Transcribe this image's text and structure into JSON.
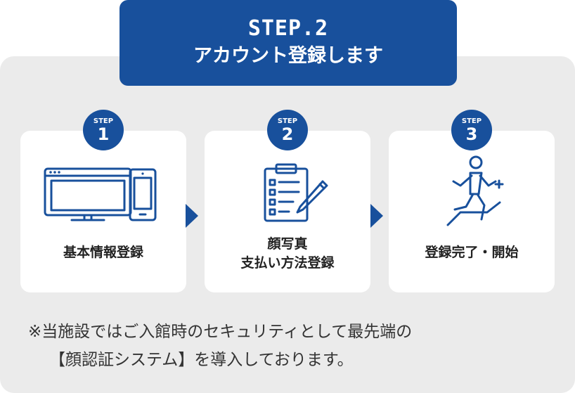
{
  "banner": {
    "step": "STEP.2",
    "title": "アカウント登録します"
  },
  "steps": [
    {
      "badge_label": "STEP",
      "badge_number": "1",
      "label_lines": [
        "基本情報登録"
      ]
    },
    {
      "badge_label": "STEP",
      "badge_number": "2",
      "label_lines": [
        "顔写真",
        "支払い方法登録"
      ]
    },
    {
      "badge_label": "STEP",
      "badge_number": "3",
      "label_lines": [
        "登録完了・開始"
      ]
    }
  ],
  "note": {
    "line1": "※当施設ではご入館時のセキュリティとして最先端の",
    "line2": "【顔認証システム】を導入しております。"
  },
  "colors": {
    "primary": "#18509c",
    "panel_bg": "#ebebeb",
    "card_bg": "#ffffff"
  },
  "icons": [
    "monitor-icon",
    "smartphone-icon",
    "clipboard-checklist-icon",
    "runner-icon",
    "chevron-right-icon"
  ]
}
